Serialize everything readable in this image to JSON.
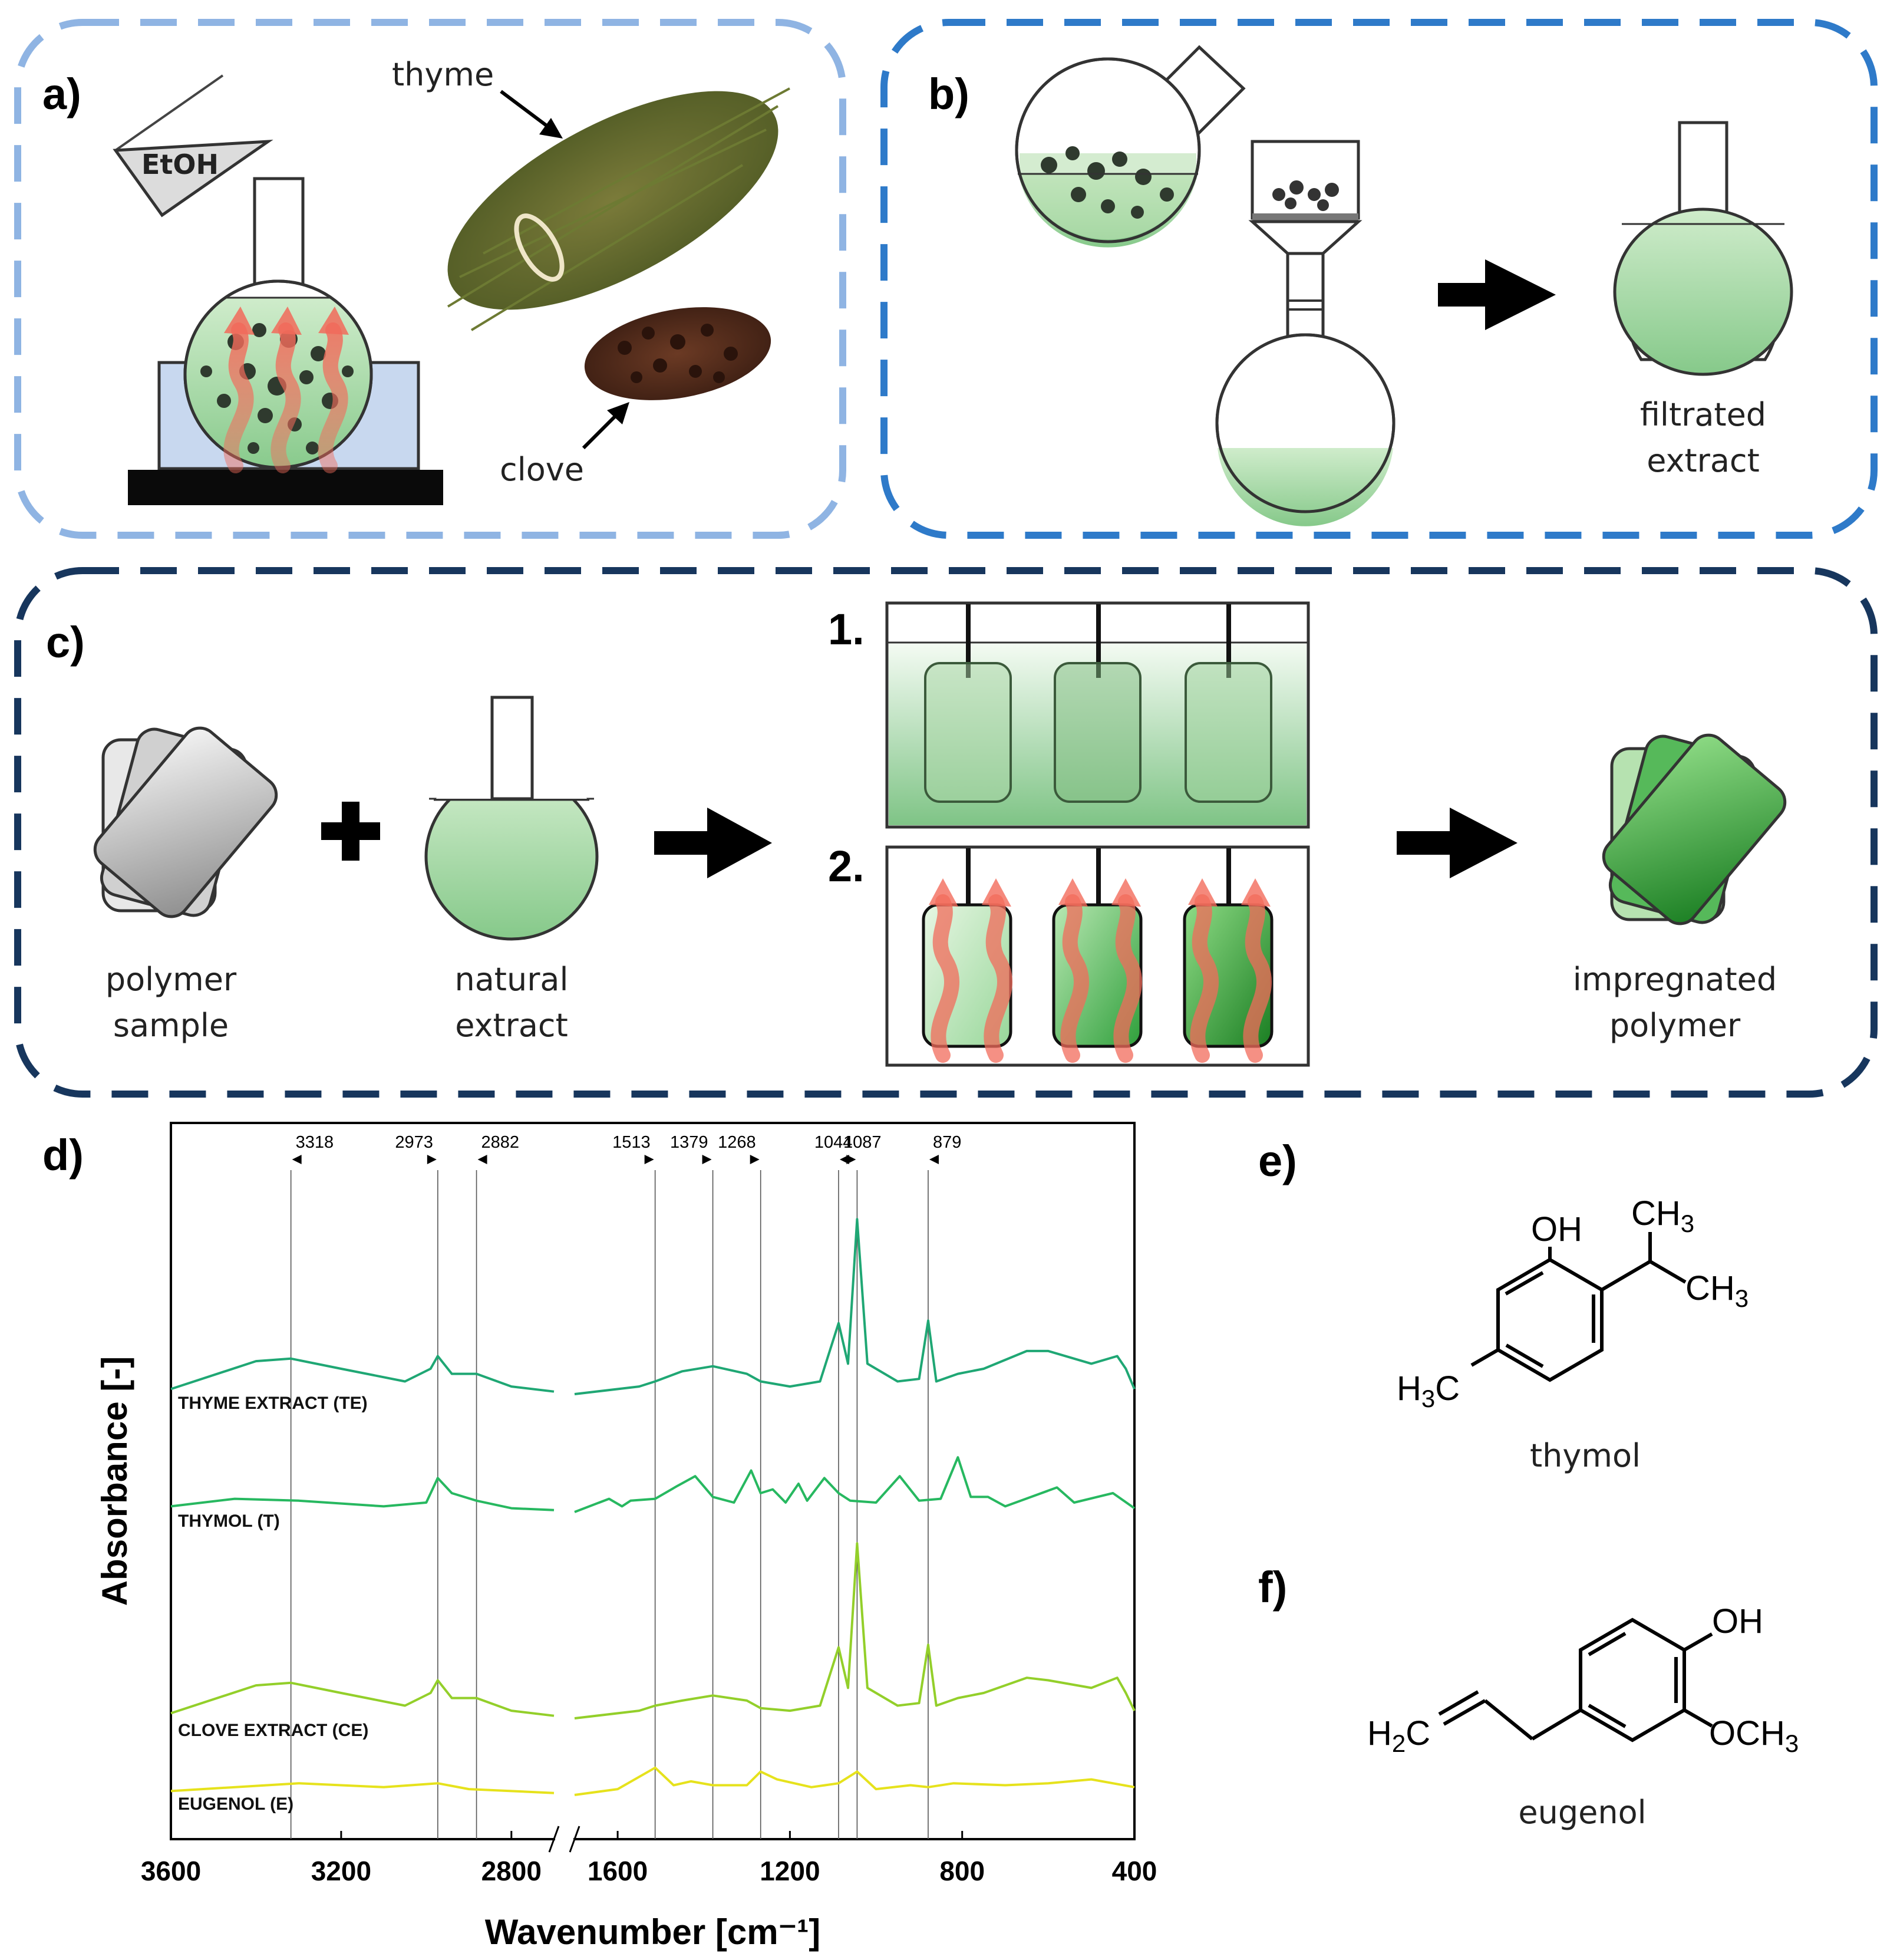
{
  "panels": {
    "a": {
      "letter": "a)",
      "etoh": "EtOH",
      "thyme": "thyme",
      "clove": "clove"
    },
    "b": {
      "letter": "b)",
      "caption_line1": "filtrated",
      "caption_line2": "extract"
    },
    "c": {
      "letter": "c)",
      "polymer_line1": "polymer",
      "polymer_line2": "sample",
      "extract_line1": "natural",
      "extract_line2": "extract",
      "step1": "1.",
      "step2": "2.",
      "result_line1": "impregnated",
      "result_line2": "polymer"
    },
    "d": {
      "letter": "d)"
    },
    "e": {
      "letter": "e)",
      "name": "thymol"
    },
    "f": {
      "letter": "f)",
      "name": "eugenol"
    }
  },
  "colors": {
    "panel_a_border": "#8fb4e3",
    "panel_b_border": "#2e7ac9",
    "panel_c_border": "#17365d",
    "liquid_green": "#b7dfb0",
    "heat_red": "#f26b5b",
    "thyme_series": "#1fa774",
    "thymol_series": "#27b860",
    "clove_series": "#93cf2a",
    "eugenol_series": "#e6e21c"
  },
  "chart_data": {
    "type": "line",
    "title": "",
    "xlabel": "Wavenumber [cm⁻¹]",
    "ylabel": "Absorbance [-]",
    "x_ticks": [
      "3600",
      "3200",
      "2800",
      "1600",
      "1200",
      "800",
      "400"
    ],
    "x_ranges": [
      [
        3600,
        2700
      ],
      [
        1700,
        400
      ]
    ],
    "x_direction": "decreasing",
    "axis_break": true,
    "peak_markers": [
      {
        "label": "3318",
        "x": 3318,
        "arrow": "left"
      },
      {
        "label": "2973",
        "x": 2973,
        "arrow": "right"
      },
      {
        "label": "2882",
        "x": 2882,
        "arrow": "left"
      },
      {
        "label": "1513",
        "x": 1513,
        "arrow": "right"
      },
      {
        "label": "1379",
        "x": 1379,
        "arrow": "right"
      },
      {
        "label": "1268",
        "x": 1268,
        "arrow": "right"
      },
      {
        "label": "1044",
        "x": 1044,
        "arrow": "right"
      },
      {
        "label": "1087",
        "x": 1087,
        "arrow": "left"
      },
      {
        "label": "879",
        "x": 879,
        "arrow": "left"
      }
    ],
    "series": [
      {
        "name": "THYME EXTRACT (TE)",
        "color": "#1fa774",
        "points": [
          [
            3600,
            0.02
          ],
          [
            3400,
            0.13
          ],
          [
            3318,
            0.14
          ],
          [
            3200,
            0.1
          ],
          [
            3050,
            0.05
          ],
          [
            2990,
            0.1
          ],
          [
            2973,
            0.15
          ],
          [
            2940,
            0.08
          ],
          [
            2882,
            0.08
          ],
          [
            2800,
            0.03
          ],
          [
            2700,
            0.01
          ],
          [
            1700,
            0.0
          ],
          [
            1550,
            0.03
          ],
          [
            1513,
            0.05
          ],
          [
            1450,
            0.09
          ],
          [
            1379,
            0.11
          ],
          [
            1300,
            0.08
          ],
          [
            1268,
            0.05
          ],
          [
            1200,
            0.03
          ],
          [
            1130,
            0.05
          ],
          [
            1087,
            0.28
          ],
          [
            1065,
            0.12
          ],
          [
            1044,
            0.69
          ],
          [
            1020,
            0.12
          ],
          [
            950,
            0.05
          ],
          [
            900,
            0.06
          ],
          [
            879,
            0.29
          ],
          [
            860,
            0.05
          ],
          [
            810,
            0.08
          ],
          [
            750,
            0.1
          ],
          [
            650,
            0.17
          ],
          [
            600,
            0.17
          ],
          [
            500,
            0.12
          ],
          [
            440,
            0.15
          ],
          [
            420,
            0.1
          ],
          [
            400,
            0.02
          ]
        ]
      },
      {
        "name": "THYMOL (T)",
        "color": "#27b860",
        "points": [
          [
            3600,
            0.03
          ],
          [
            3450,
            0.07
          ],
          [
            3300,
            0.06
          ],
          [
            3100,
            0.03
          ],
          [
            3000,
            0.05
          ],
          [
            2973,
            0.18
          ],
          [
            2940,
            0.1
          ],
          [
            2882,
            0.06
          ],
          [
            2800,
            0.02
          ],
          [
            2700,
            0.01
          ],
          [
            1700,
            0.0
          ],
          [
            1620,
            0.07
          ],
          [
            1590,
            0.03
          ],
          [
            1570,
            0.06
          ],
          [
            1513,
            0.07
          ],
          [
            1460,
            0.14
          ],
          [
            1420,
            0.19
          ],
          [
            1379,
            0.08
          ],
          [
            1330,
            0.05
          ],
          [
            1290,
            0.22
          ],
          [
            1268,
            0.1
          ],
          [
            1240,
            0.12
          ],
          [
            1210,
            0.05
          ],
          [
            1180,
            0.15
          ],
          [
            1160,
            0.06
          ],
          [
            1120,
            0.18
          ],
          [
            1087,
            0.1
          ],
          [
            1060,
            0.06
          ],
          [
            1000,
            0.05
          ],
          [
            945,
            0.19
          ],
          [
            900,
            0.06
          ],
          [
            850,
            0.07
          ],
          [
            810,
            0.29
          ],
          [
            780,
            0.08
          ],
          [
            740,
            0.08
          ],
          [
            700,
            0.03
          ],
          [
            580,
            0.13
          ],
          [
            540,
            0.05
          ],
          [
            450,
            0.1
          ],
          [
            400,
            0.02
          ]
        ]
      },
      {
        "name": "CLOVE EXTRACT (CE)",
        "color": "#93cf2a",
        "points": [
          [
            3600,
            0.02
          ],
          [
            3400,
            0.13
          ],
          [
            3318,
            0.14
          ],
          [
            3200,
            0.1
          ],
          [
            3050,
            0.05
          ],
          [
            2990,
            0.1
          ],
          [
            2973,
            0.15
          ],
          [
            2940,
            0.08
          ],
          [
            2882,
            0.08
          ],
          [
            2800,
            0.03
          ],
          [
            2700,
            0.01
          ],
          [
            1700,
            0.0
          ],
          [
            1550,
            0.03
          ],
          [
            1513,
            0.05
          ],
          [
            1450,
            0.07
          ],
          [
            1379,
            0.09
          ],
          [
            1300,
            0.07
          ],
          [
            1268,
            0.04
          ],
          [
            1200,
            0.03
          ],
          [
            1130,
            0.05
          ],
          [
            1087,
            0.28
          ],
          [
            1065,
            0.12
          ],
          [
            1044,
            0.69
          ],
          [
            1020,
            0.12
          ],
          [
            950,
            0.05
          ],
          [
            900,
            0.06
          ],
          [
            879,
            0.29
          ],
          [
            860,
            0.05
          ],
          [
            810,
            0.08
          ],
          [
            750,
            0.1
          ],
          [
            650,
            0.16
          ],
          [
            600,
            0.15
          ],
          [
            500,
            0.12
          ],
          [
            440,
            0.16
          ],
          [
            420,
            0.1
          ],
          [
            400,
            0.03
          ]
        ]
      },
      {
        "name": "EUGENOL (E)",
        "color": "#e6e21c",
        "points": [
          [
            3600,
            0.02
          ],
          [
            3300,
            0.06
          ],
          [
            3100,
            0.04
          ],
          [
            2973,
            0.06
          ],
          [
            2900,
            0.03
          ],
          [
            2700,
            0.01
          ],
          [
            1700,
            0.0
          ],
          [
            1600,
            0.03
          ],
          [
            1513,
            0.14
          ],
          [
            1470,
            0.05
          ],
          [
            1430,
            0.07
          ],
          [
            1379,
            0.05
          ],
          [
            1300,
            0.05
          ],
          [
            1268,
            0.12
          ],
          [
            1230,
            0.08
          ],
          [
            1150,
            0.04
          ],
          [
            1087,
            0.06
          ],
          [
            1044,
            0.12
          ],
          [
            1000,
            0.03
          ],
          [
            920,
            0.05
          ],
          [
            879,
            0.04
          ],
          [
            820,
            0.06
          ],
          [
            700,
            0.05
          ],
          [
            600,
            0.06
          ],
          [
            500,
            0.08
          ],
          [
            400,
            0.04
          ]
        ]
      }
    ]
  }
}
